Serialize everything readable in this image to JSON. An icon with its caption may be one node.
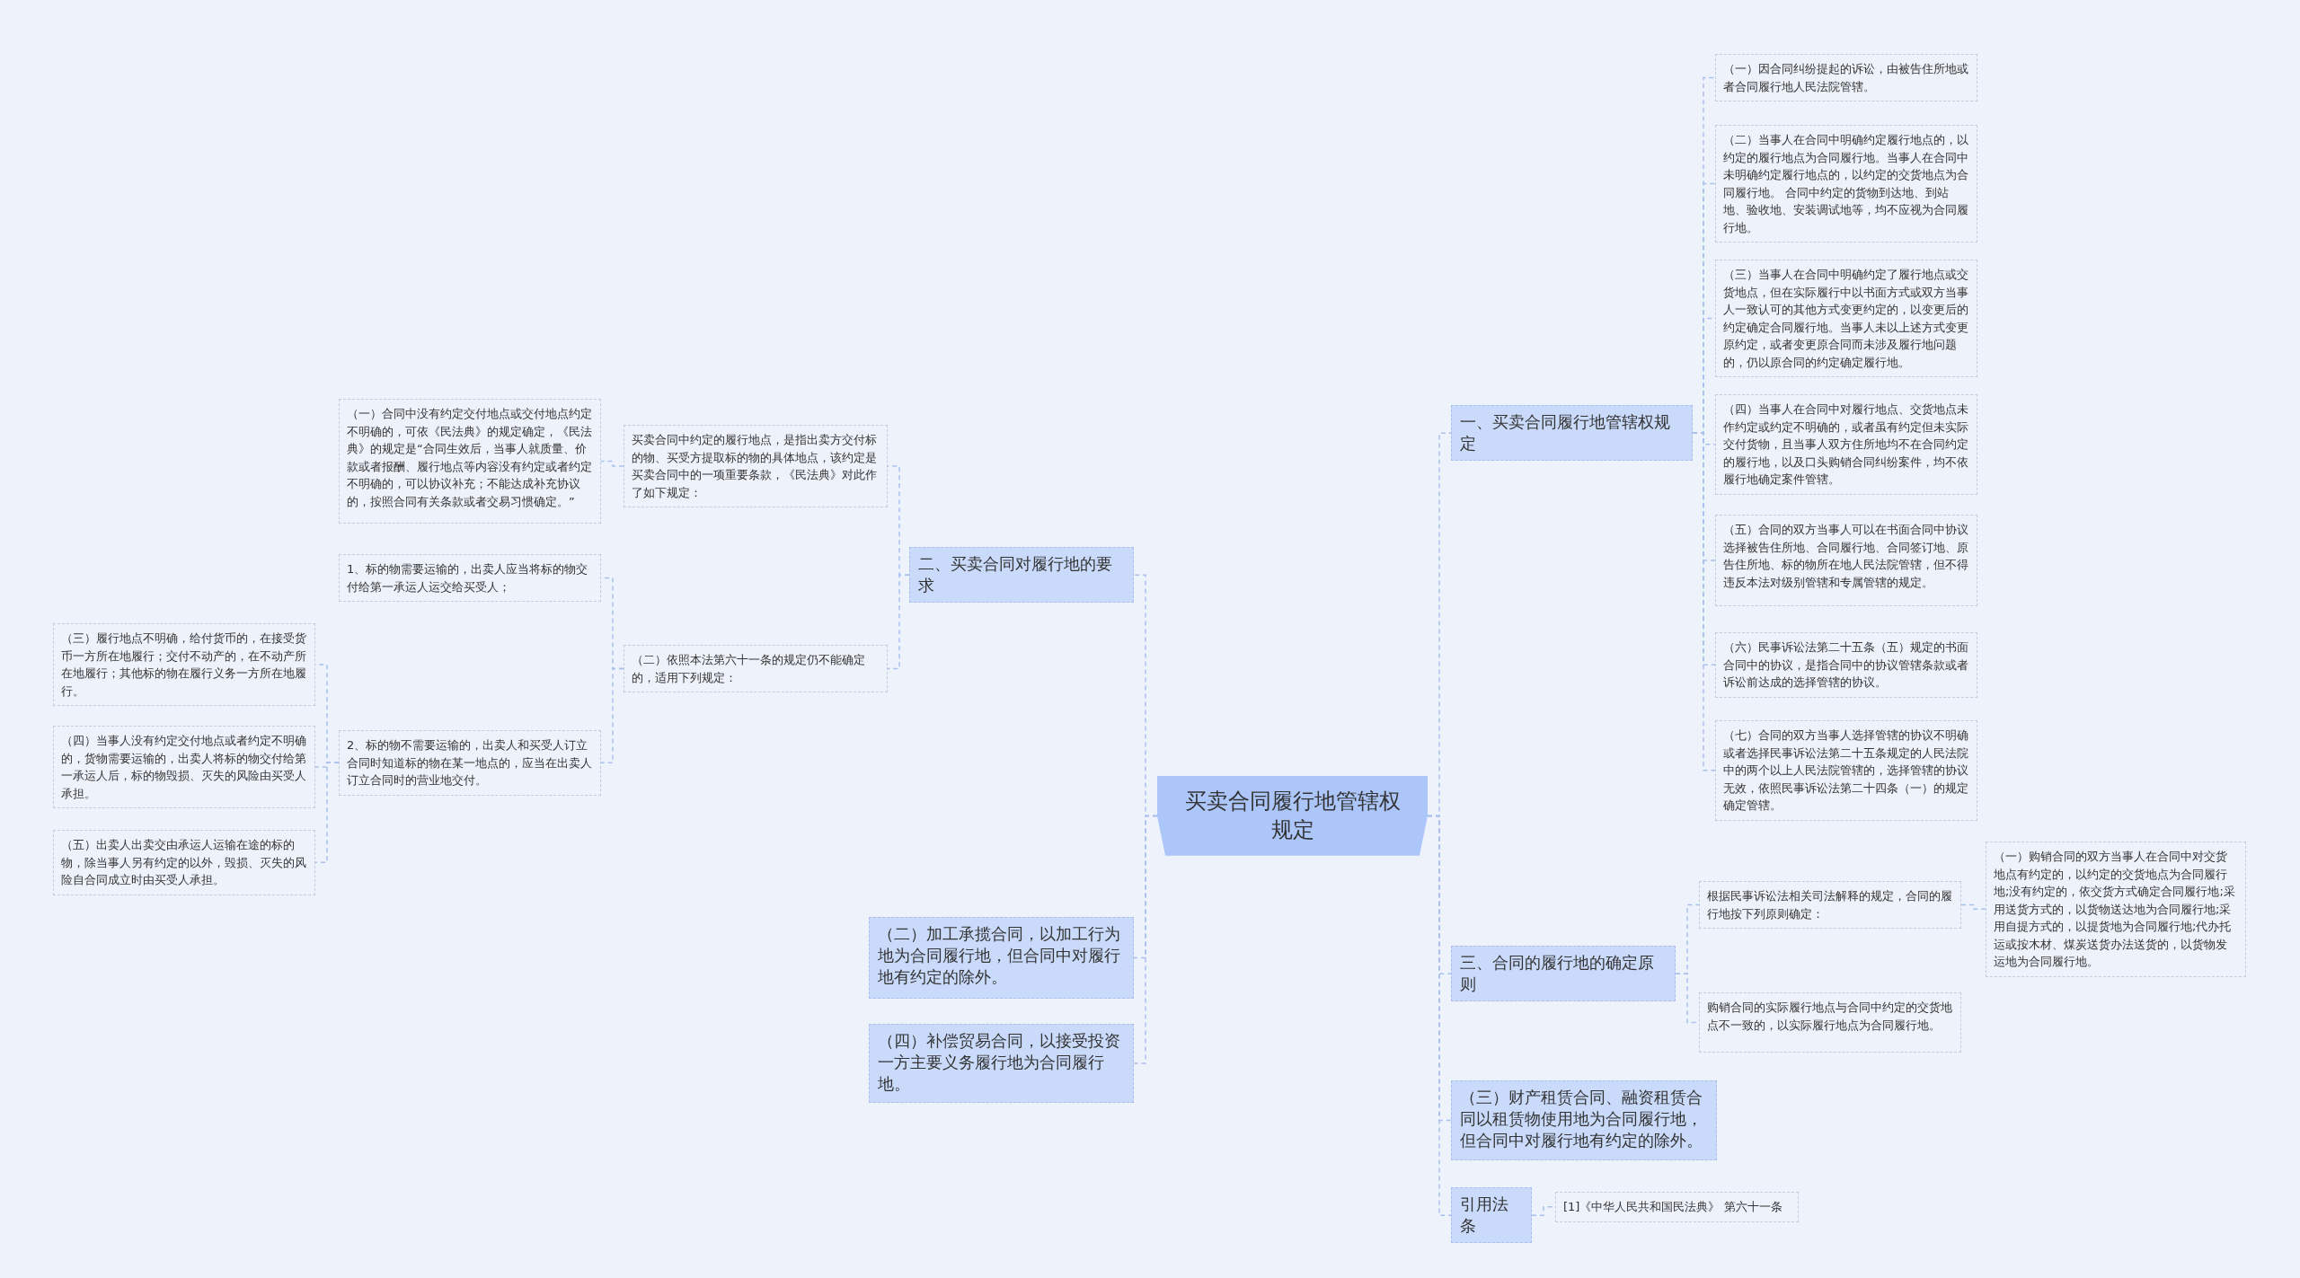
{
  "diagram": {
    "nodes": [
      {
        "text": [
          "买卖合同履行地管辖权规定"
        ]
      },
      {
        "text": [
          "二、买卖合同对履行地的要求"
        ]
      },
      {
        "text": [
          "买卖合同中约定的履行地点，是指出卖方交付标的物、买受方提取标的物的具体地点，该约定是买卖合同中的一项重要条款，《民法典》对此作了如下规定："
        ]
      },
      {
        "text": [
          "（一）合同中没有约定交付地点或交付地点约定不明确的，可依《民法典》的规定确定，《民法典》的规定是“合同生效后，当事人就质量、价款或者报酬、履行地点等内容没有约定或者约定不明确的，可以协议补充；不能达成补充协议的，按照合同有关条款或者交易习惯确定。”"
        ]
      },
      {
        "text": [
          "（二）依照本法第六十一条的规定仍不能确定的，适用下列规定："
        ]
      },
      {
        "text": [
          "1、标的物需要运输的，出卖人应当将标的物交付给第一承运人运交给买受人；"
        ]
      },
      {
        "text": [
          "2、标的物不需要运输的，出卖人和买受人订立合同时知道标的物在某一地点的，应当在出卖人订立合同时的营业地交付。"
        ]
      },
      {
        "text": [
          "（三）履行地点不明确，给付货币的，在接受货币一方所在地履行；交付不动产的，在不动产所在地履行；其他标的物在履行义务一方所在地履行。"
        ]
      },
      {
        "text": [
          "（四）当事人没有约定交付地点或者约定不明确的，货物需要运输的，出卖人将标的物交付给第一承运人后，标的物毁损、灭失的风险由买受人承担。"
        ]
      },
      {
        "text": [
          "（五）出卖人出卖交由承运人运输在途的标的物，除当事人另有约定的以外，毁损、灭失的风险自合同成立时由买受人承担。"
        ]
      },
      {
        "text": [
          "（二）加工承揽合同，以加工行为地为合同履行地，但合同中对履行地有约定的除外。"
        ]
      },
      {
        "text": [
          "（四）补偿贸易合同，以接受投资一方主要义务履行地为合同履行地。"
        ]
      },
      {
        "text": [
          "一、买卖合同履行地管辖权规定"
        ]
      },
      {
        "text": [
          "（一）因合同纠纷提起的诉讼，由被告住所地或者合同履行地人民法院管辖。"
        ]
      },
      {
        "text": [
          "（二）当事人在合同中明确约定履行地点的，以约定的履行地点为合同履行地。当事人在合同中未明确约定履行地点的，以约定的交货地点为合同履行地。 合同中约定的货物到达地、到站地、验收地、安装调试地等，均不应视为合同履行地。"
        ]
      },
      {
        "text": [
          "（三）当事人在合同中明确约定了履行地点或交货地点，但在实际履行中以书面方式或双方当事人一致认可的其他方式变更约定的，以变更后的约定确定合同履行地。当事人未以上述方式变更原约定，或者变更原合同而未涉及履行地问题的，仍以原合同的约定确定履行地。"
        ]
      },
      {
        "text": [
          "（四）当事人在合同中对履行地点、交货地点未作约定或约定不明确的，或者虽有约定但未实际交付货物，且当事人双方住所地均不在合同约定的履行地，以及口头购销合同纠纷案件，均不依履行地确定案件管辖。"
        ]
      },
      {
        "text": [
          "（五）合同的双方当事人可以在书面合同中协议选择被告住所地、合同履行地、合同签订地、原告住所地、标的物所在地人民法院管辖，但不得违反本法对级别管辖和专属管辖的规定。"
        ]
      },
      {
        "text": [
          "（六）民事诉讼法第二十五条（五）规定的书面合同中的协议，是指合同中的协议管辖条款或者诉讼前达成的选择管辖的协议。"
        ]
      },
      {
        "text": [
          "（七）合同的双方当事人选择管辖的协议不明确或者选择民事诉讼法第二十五条规定的人民法院中的两个以上人民法院管辖的，选择管辖的协议无效，依照民事诉讼法第二十四条（一）的规定确定管辖。"
        ]
      },
      {
        "text": [
          "三、合同的履行地的确定原则"
        ]
      },
      {
        "text": [
          "根据民事诉讼法相关司法解释的规定，合同的履行地按下列原则确定："
        ]
      },
      {
        "text": [
          "（一）购销合同的双方当事人在合同中对交货地点有约定的，以约定的交货地点为合同履行地;没有约定的，依交货方式确定合同履行地;采用送货方式的，以货物送达地为合同履行地;采用自提方式的，以提货地为合同履行地;代办托运或按木材、煤炭送货办法送货的，以货物发运地为合同履行地。"
        ]
      },
      {
        "text": [
          "购销合同的实际履行地点与合同中约定的交货地点不一致的，以实际履行地点为合同履行地。"
        ]
      },
      {
        "text": [
          "（三）财产租赁合同、融资租赁合同以租赁物使用地为合同履行地，但合同中对履行地有约定的除外。"
        ]
      },
      {
        "text": [
          "引用法条"
        ]
      },
      {
        "text": [
          "[1]《中华人民共和国民法典》 第六十一条"
        ]
      }
    ],
    "edges": [
      {
        "from": 0,
        "to": 1,
        "arrow": "none"
      },
      {
        "from": 1,
        "to": 2,
        "arrow": "none"
      },
      {
        "from": 2,
        "to": 3,
        "arrow": "none"
      },
      {
        "from": 1,
        "to": 4,
        "arrow": "none"
      },
      {
        "from": 4,
        "to": 5,
        "arrow": "none"
      },
      {
        "from": 4,
        "to": 6,
        "arrow": "none"
      },
      {
        "from": 6,
        "to": 7,
        "arrow": "none"
      },
      {
        "from": 6,
        "to": 8,
        "arrow": "none"
      },
      {
        "from": 6,
        "to": 9,
        "arrow": "none"
      },
      {
        "from": 0,
        "to": 10,
        "arrow": "none"
      },
      {
        "from": 0,
        "to": 11,
        "arrow": "none"
      },
      {
        "from": 0,
        "to": 12,
        "arrow": "none"
      },
      {
        "from": 12,
        "to": 13,
        "arrow": "none"
      },
      {
        "from": 12,
        "to": 14,
        "arrow": "none"
      },
      {
        "from": 12,
        "to": 15,
        "arrow": "none"
      },
      {
        "from": 12,
        "to": 16,
        "arrow": "none"
      },
      {
        "from": 12,
        "to": 17,
        "arrow": "none"
      },
      {
        "from": 12,
        "to": 18,
        "arrow": "none"
      },
      {
        "from": 12,
        "to": 19,
        "arrow": "none"
      },
      {
        "from": 0,
        "to": 20,
        "arrow": "none"
      },
      {
        "from": 20,
        "to": 21,
        "arrow": "none"
      },
      {
        "from": 21,
        "to": 22,
        "arrow": "none"
      },
      {
        "from": 20,
        "to": 23,
        "arrow": "none"
      },
      {
        "from": 0,
        "to": 24,
        "arrow": "none"
      },
      {
        "from": 0,
        "to": 25,
        "arrow": "none"
      },
      {
        "from": 25,
        "to": 26,
        "arrow": "none"
      }
    ]
  }
}
